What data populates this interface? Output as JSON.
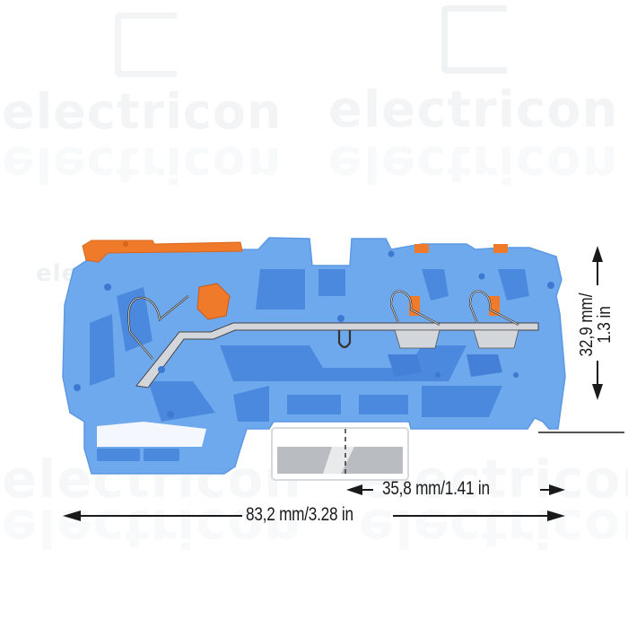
{
  "watermark": {
    "brand": "electricon",
    "logo_letter": "E"
  },
  "product": {
    "name": "terminal-block",
    "body_color": "#6ea8ec",
    "body_dark": "#4a86dc",
    "lever_color": "#f07a28",
    "rail_color": "#cfd2d6"
  },
  "dimensions": {
    "width_total": "83,2 mm/3.28 in",
    "rail_width": "35,8 mm/1.41 in",
    "height_line1": "32,9 mm/",
    "height_line2": "1.3 in"
  }
}
